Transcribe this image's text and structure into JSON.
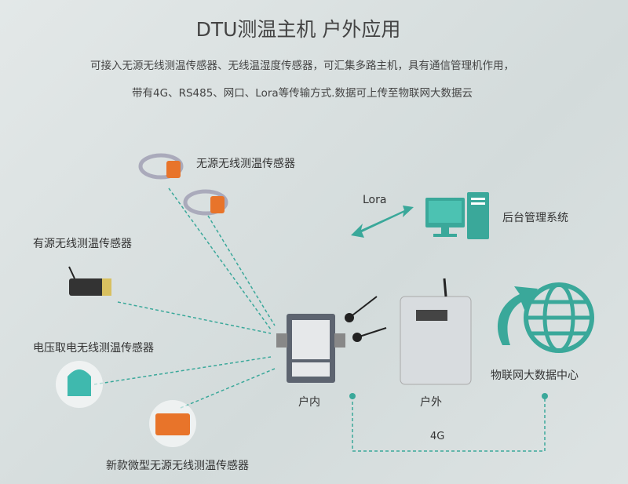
{
  "title": "DTU测温主机 户外应用",
  "subtitle": [
    "可接入无源无线测温传感器、无线温湿度传感器，可汇集多路主机，具有通信管理机作用，",
    "带有4G、RS485、网口、Lora等传输方式.数据可上传至物联网大数据云"
  ],
  "sensors": [
    "无源无线测温传感器",
    "有源无线测温传感器",
    "电压取电无线测温传感器",
    "新款微型无源无线测温传感器"
  ],
  "lora": "Lora",
  "backend": "后台管理系统",
  "iot": "物联网大数据中心",
  "indoor": "户内",
  "outdoor": "户外",
  "link_4g": "4G",
  "colors": {
    "teal": "#3aa89a",
    "orange": "#e8742a"
  }
}
